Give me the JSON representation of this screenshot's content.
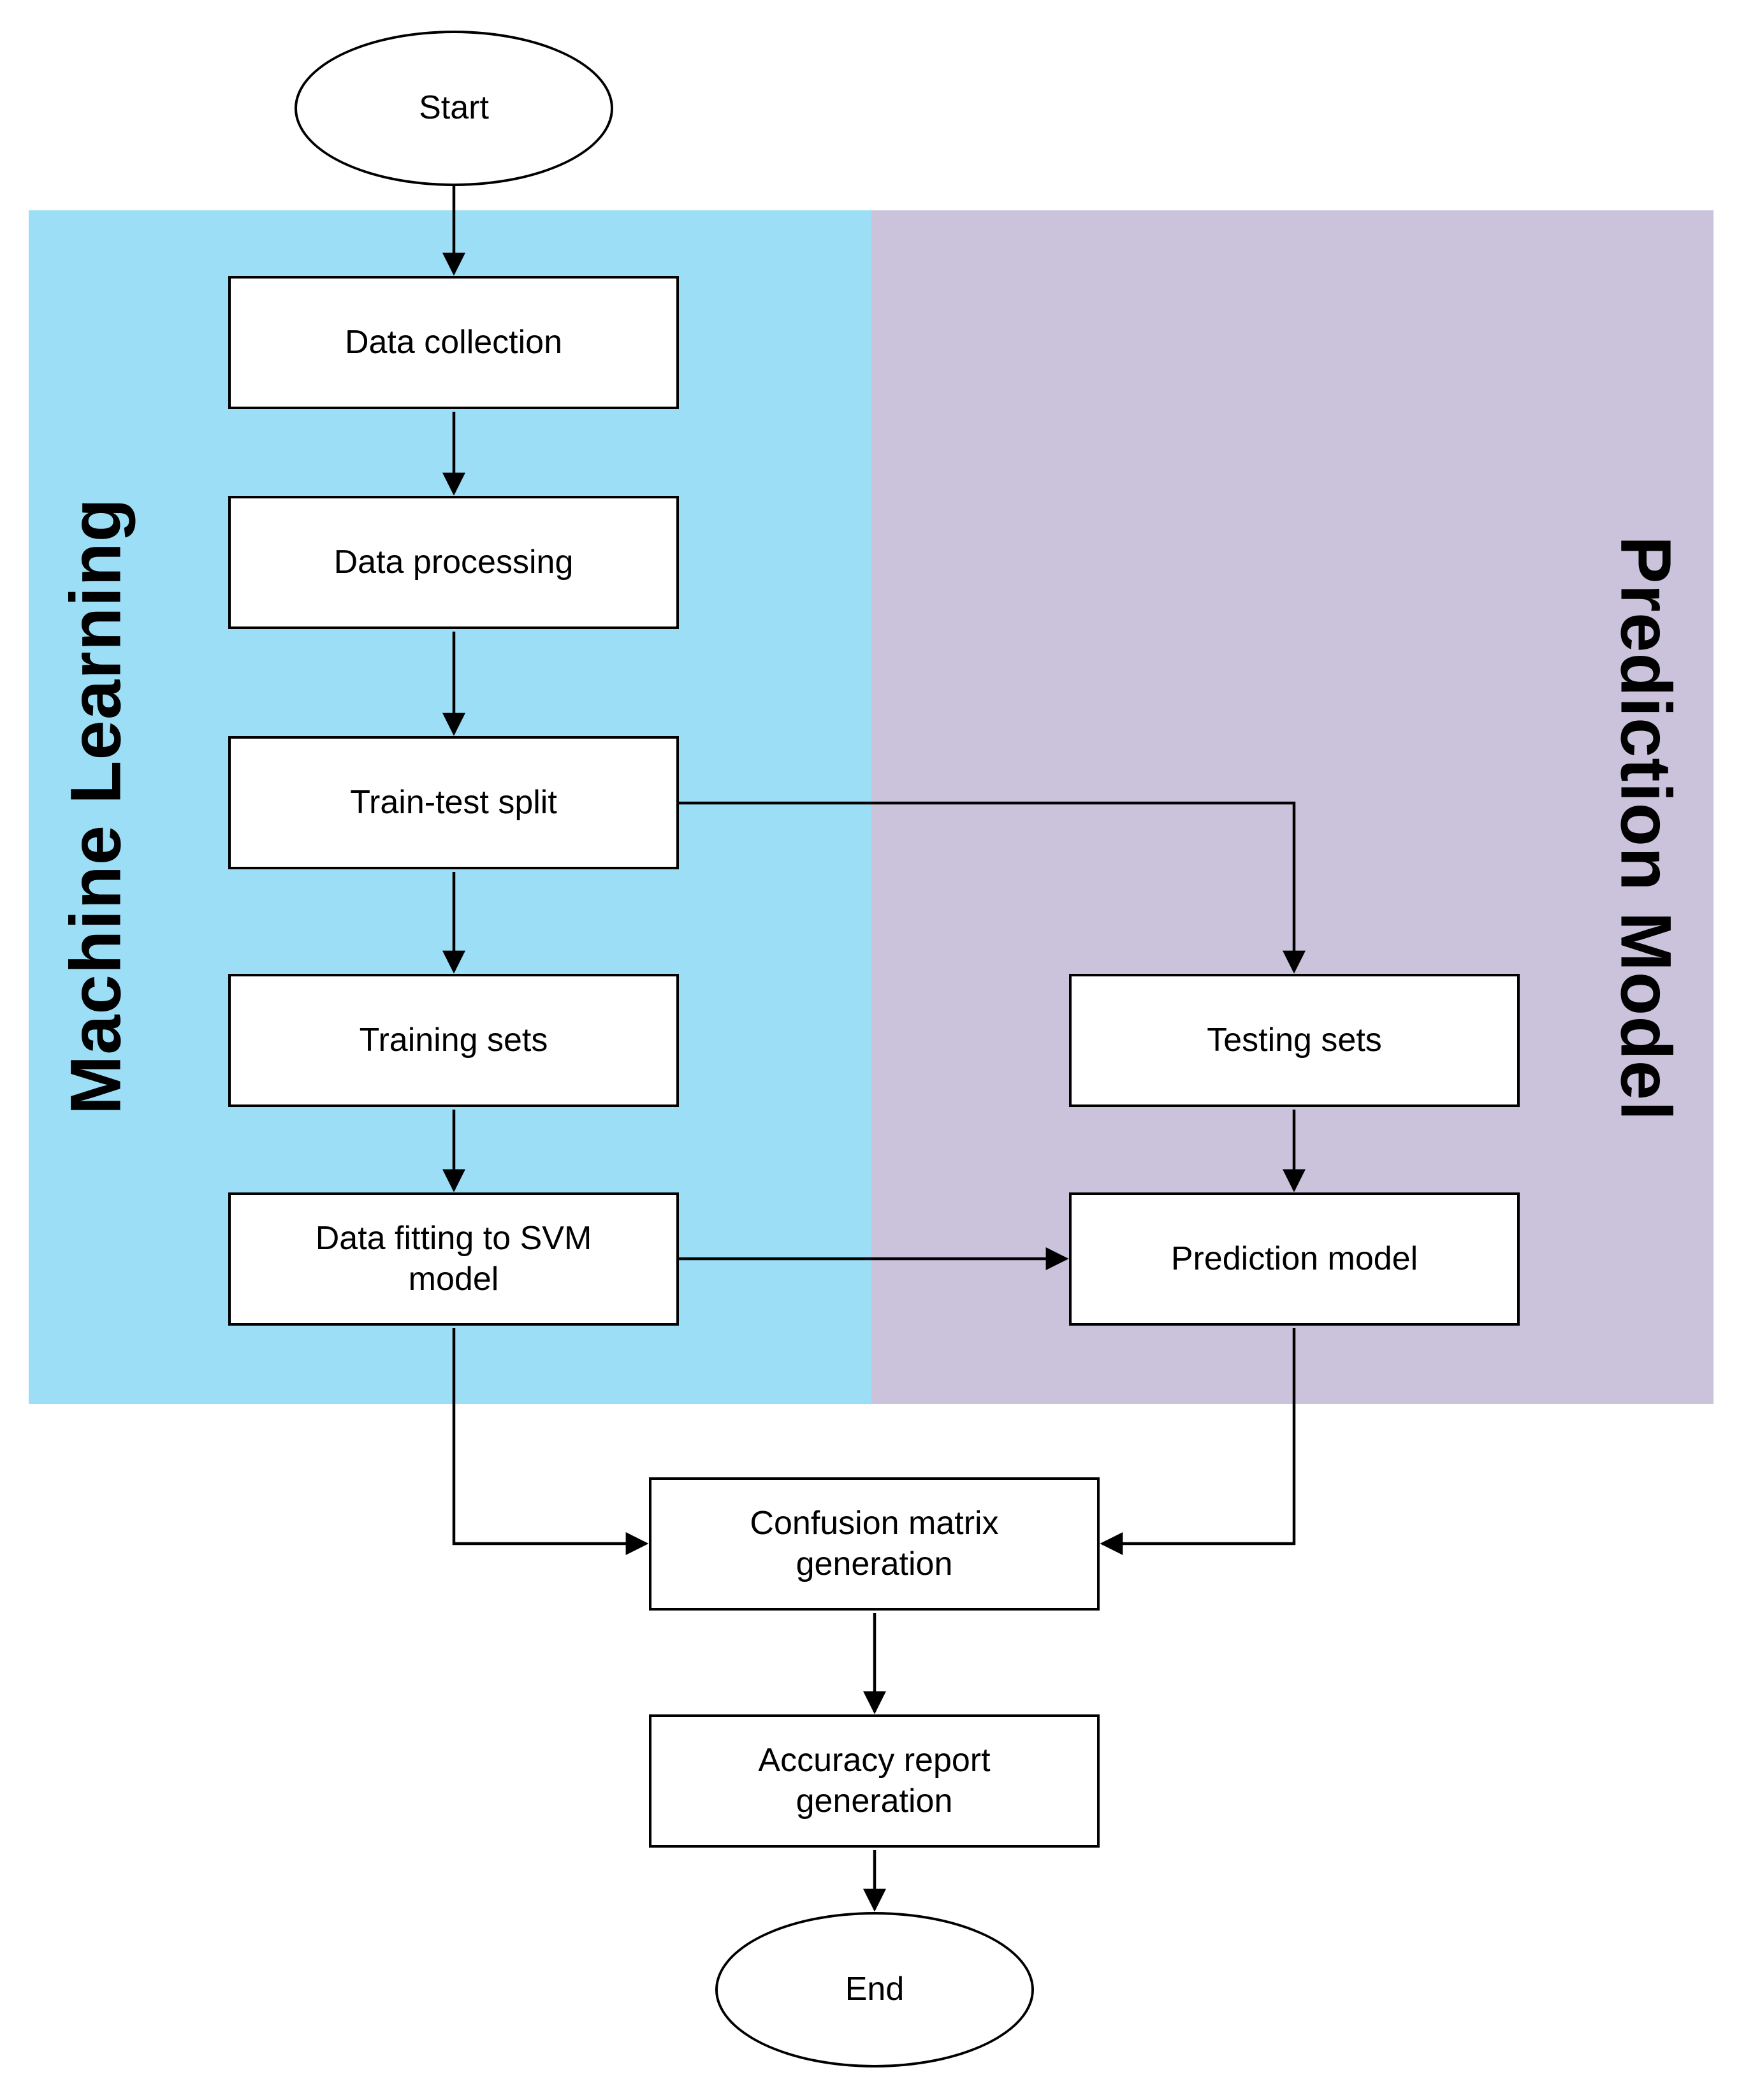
{
  "regions": {
    "machine_learning": {
      "label": "Machine Learning",
      "color": "#9CDEF5"
    },
    "prediction_model": {
      "label": "Prediction Model",
      "color": "#CBC3DB"
    }
  },
  "nodes": {
    "start": {
      "label": "Start",
      "shape": "ellipse"
    },
    "data_collection": {
      "label": "Data collection",
      "shape": "rect"
    },
    "data_processing": {
      "label": "Data processing",
      "shape": "rect"
    },
    "train_test_split": {
      "label": "Train-test split",
      "shape": "rect"
    },
    "training_sets": {
      "label": "Training sets",
      "shape": "rect"
    },
    "data_fitting_svm": {
      "label": "Data fitting to SVM model",
      "shape": "rect"
    },
    "testing_sets": {
      "label": "Testing sets",
      "shape": "rect"
    },
    "prediction_model": {
      "label": "Prediction model",
      "shape": "rect"
    },
    "confusion_matrix": {
      "label": "Confusion matrix generation",
      "shape": "rect"
    },
    "accuracy_report": {
      "label": "Accuracy report generation",
      "shape": "rect"
    },
    "end": {
      "label": "End",
      "shape": "ellipse"
    }
  },
  "edges": [
    {
      "from": "start",
      "to": "data_collection"
    },
    {
      "from": "data_collection",
      "to": "data_processing"
    },
    {
      "from": "data_processing",
      "to": "train_test_split"
    },
    {
      "from": "train_test_split",
      "to": "training_sets"
    },
    {
      "from": "train_test_split",
      "to": "testing_sets"
    },
    {
      "from": "training_sets",
      "to": "data_fitting_svm"
    },
    {
      "from": "data_fitting_svm",
      "to": "prediction_model"
    },
    {
      "from": "testing_sets",
      "to": "prediction_model"
    },
    {
      "from": "data_fitting_svm",
      "to": "confusion_matrix"
    },
    {
      "from": "prediction_model",
      "to": "confusion_matrix"
    },
    {
      "from": "confusion_matrix",
      "to": "accuracy_report"
    },
    {
      "from": "accuracy_report",
      "to": "end"
    }
  ],
  "colors": {
    "line": "#000000",
    "box_border": "#000000",
    "box_fill": "#ffffff",
    "text": "#000000"
  }
}
